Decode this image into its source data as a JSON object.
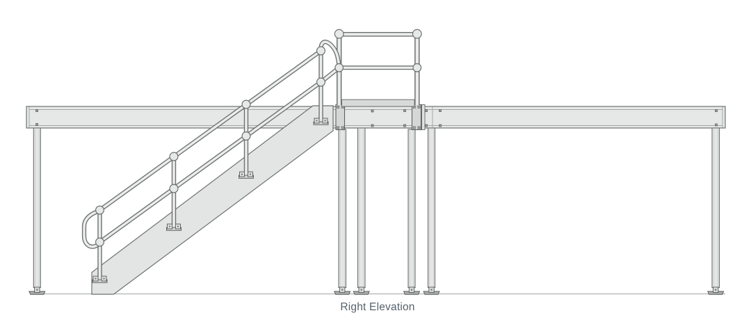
{
  "drawing": {
    "caption": "Right Elevation",
    "type": "technical-elevation-drawing",
    "components": [
      "deck-beam",
      "support-columns",
      "column-base-plates",
      "stair-stringer",
      "stair-handrail-with-ball-fittings",
      "handrail-return-loop",
      "platform-guardrail",
      "kick-plate",
      "beam-connector-blocks",
      "ground-line"
    ]
  },
  "colors": {
    "background": "#ffffff",
    "outline": "#6d7170",
    "inner_line": "#a4a7a6",
    "ground_line": "#a3a5a4",
    "fill_beam": "#e6e8e7",
    "fill_column": "#e4e6e5",
    "fill_stringer": "#e3e5e4",
    "fill_kickplate": "#d8dad9",
    "fill_block": "#d5d7d6",
    "fill_tube": "#ebecec",
    "fill_ball": "#e7e9e8",
    "fill_plate": "#d4d6d5",
    "fill_foot": "#a7aaa9",
    "bolt_fill": "#9fa2a1",
    "caption_text": "#56626d"
  }
}
